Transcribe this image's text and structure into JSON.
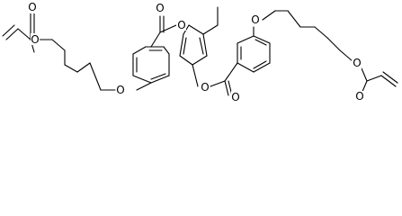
{
  "molecule": {
    "atoms": {
      "o_carbonyl_left": "O",
      "o_ester_left": "O",
      "o_ether_left": "O",
      "o_carbonyl_mid": "O",
      "o_ester_mid": "O",
      "o_ester_mid2": "O",
      "o_carbonyl_mid2": "O",
      "o_ether_right": "O",
      "o_ester_right": "O",
      "o_carbonyl_right": "O"
    }
  }
}
